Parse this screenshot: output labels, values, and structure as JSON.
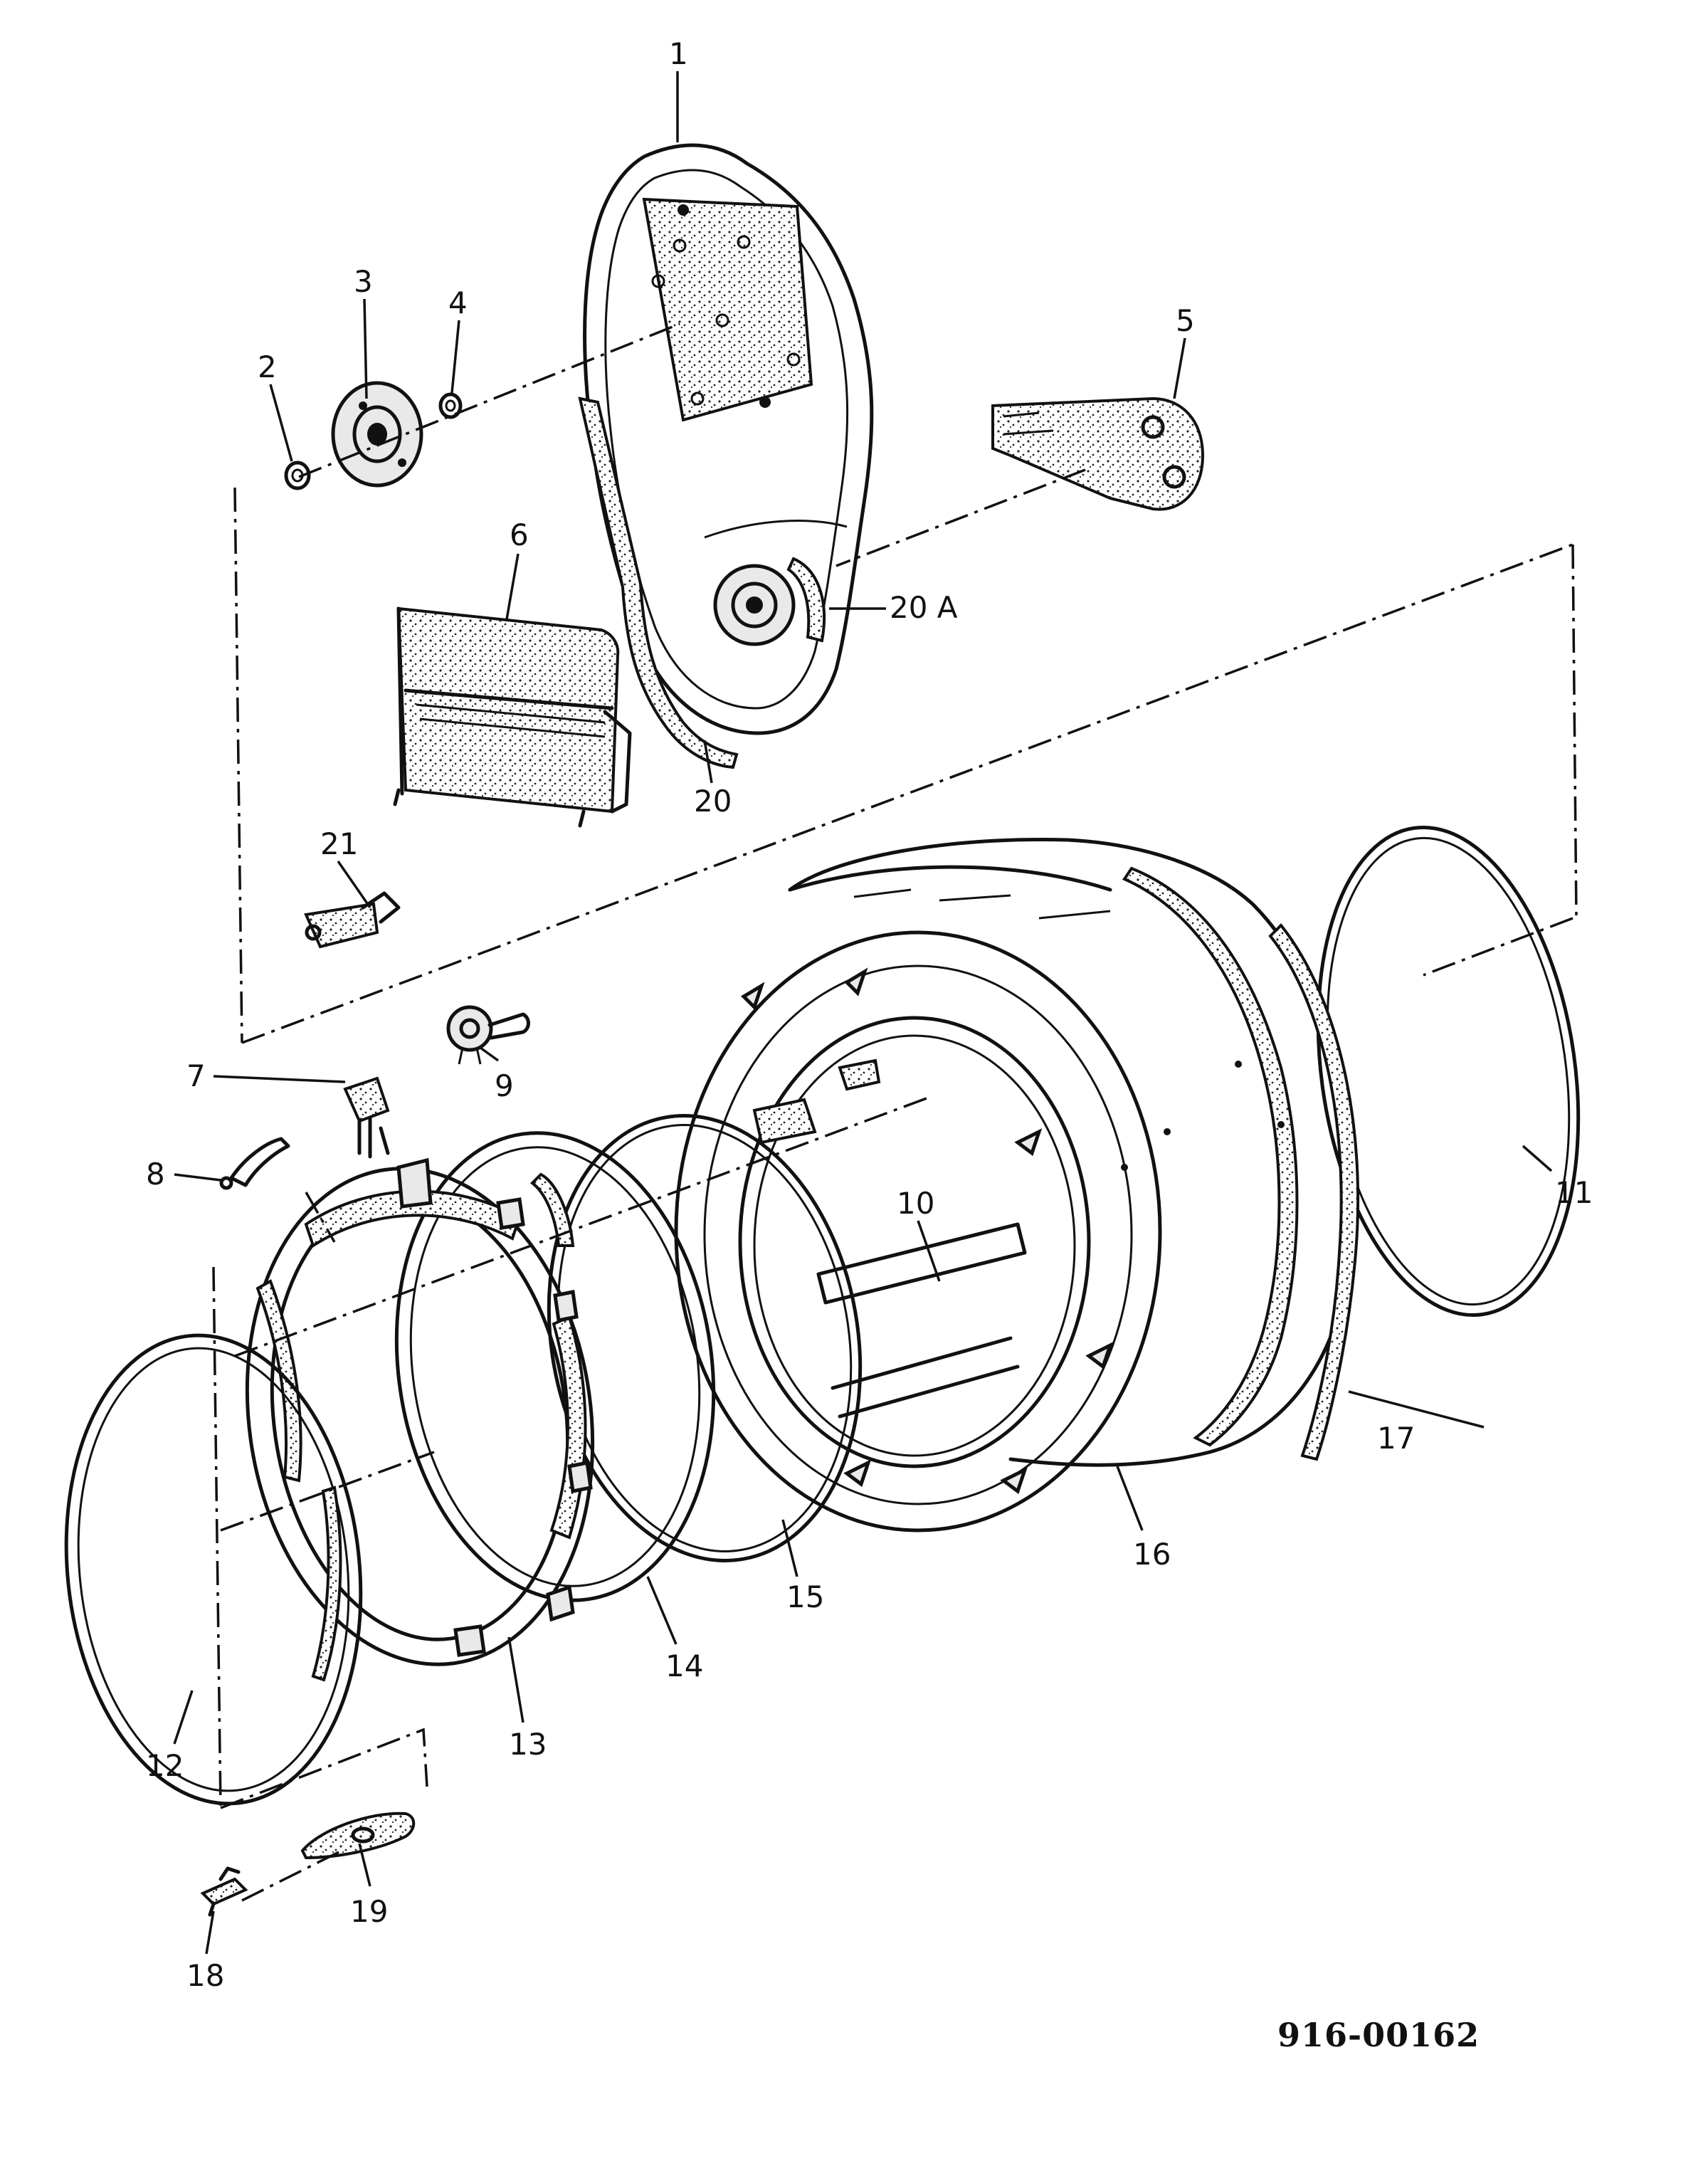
{
  "drawing_number": "916-00162",
  "callouts": [
    "1",
    "2",
    "3",
    "4",
    "5",
    "6",
    "7",
    "8",
    "9",
    "10",
    "11",
    "12",
    "13",
    "14",
    "15",
    "16",
    "17",
    "18",
    "19",
    "20",
    "20 A",
    "21"
  ]
}
